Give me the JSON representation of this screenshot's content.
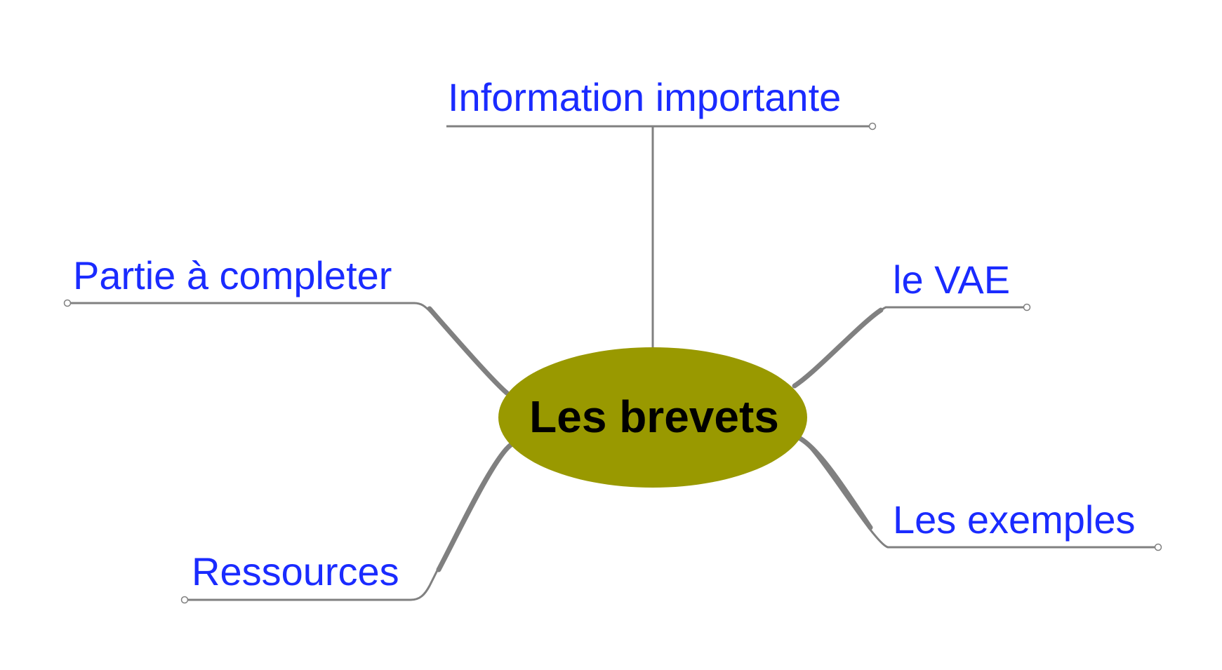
{
  "central_topic": {
    "label": "Les brevets",
    "fill_color": "#999900",
    "text_color": "#000000"
  },
  "branches": [
    {
      "id": "information-importante",
      "label": "Information importante"
    },
    {
      "id": "partie-a-completer",
      "label": "Partie à completer"
    },
    {
      "id": "le-vae",
      "label": "le VAE"
    },
    {
      "id": "ressources",
      "label": "Ressources"
    },
    {
      "id": "les-exemples",
      "label": "Les exemples"
    }
  ],
  "colors": {
    "branch_text": "#1a2bff",
    "connector": "#808080",
    "background": "#ffffff"
  }
}
